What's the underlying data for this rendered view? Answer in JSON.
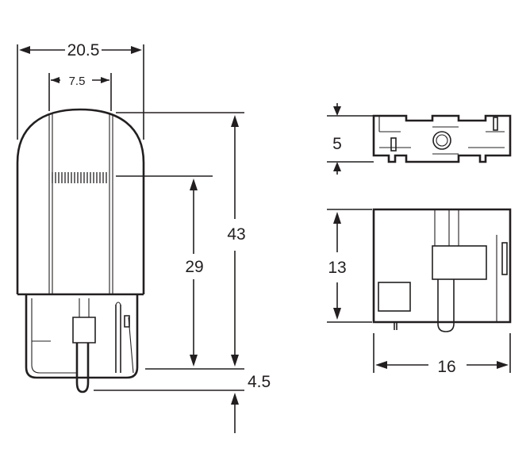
{
  "colors": {
    "line": "#231f20",
    "background": "#ffffff"
  },
  "dimensions": {
    "bulb_width": "20.5",
    "filament_width": "7.5",
    "bulb_height": "43",
    "filament_height": "29",
    "base_offset": "4.5",
    "base_thickness": "5",
    "base_height": "13",
    "base_width": "16"
  }
}
